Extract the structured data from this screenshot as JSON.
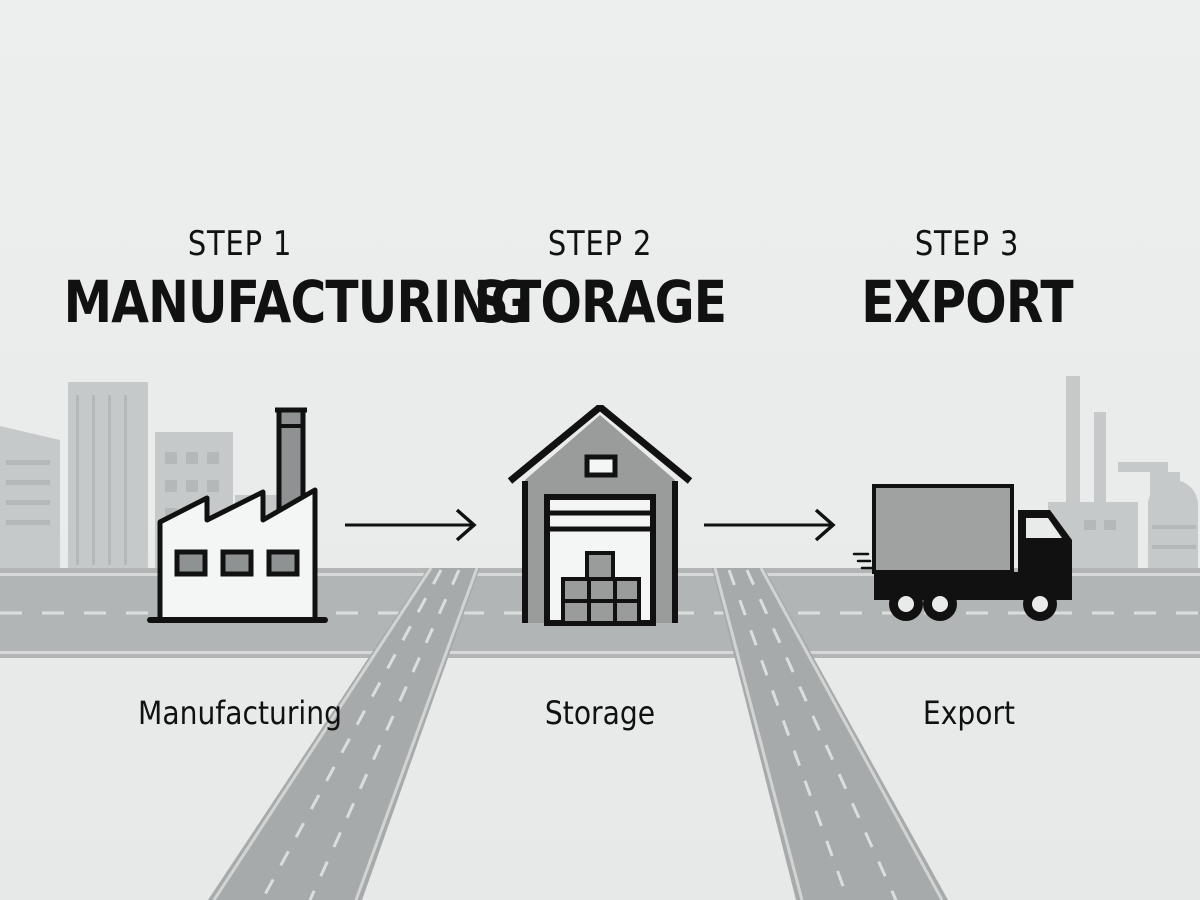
{
  "steps": [
    {
      "step_label": "STEP 1",
      "title": "MANUFACTURING",
      "caption": "Manufacturing",
      "icon": "factory-icon"
    },
    {
      "step_label": "STEP 2",
      "title": "STORAGE",
      "caption": "Storage",
      "icon": "warehouse-icon"
    },
    {
      "step_label": "STEP 3",
      "title": "EXPORT",
      "caption": "Export",
      "icon": "truck-icon"
    }
  ],
  "connectors": [
    "arrow-right-icon",
    "arrow-right-icon"
  ],
  "colors": {
    "background": "#e9ebeb",
    "ink": "#111111",
    "icon_fill": "#9a9c9c",
    "road": "#a9acac",
    "buildings": "#c3c6c6"
  }
}
